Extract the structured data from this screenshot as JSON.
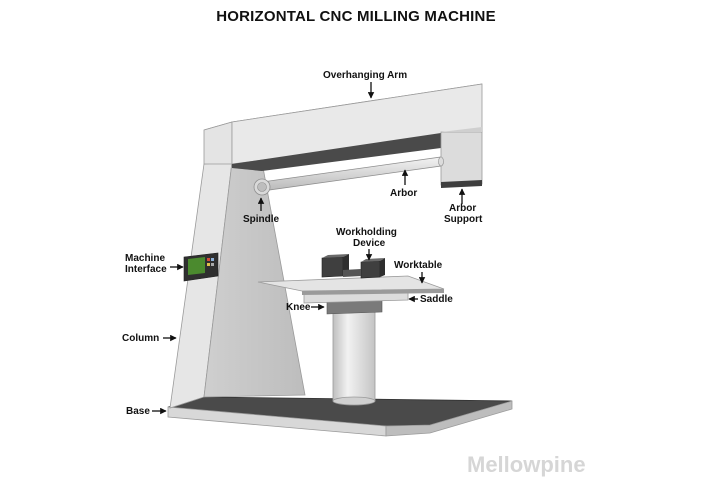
{
  "title": "HORIZONTAL CNC MILLING MACHINE",
  "labels": {
    "overhanging_arm": "Overhanging Arm",
    "arbor": "Arbor",
    "arbor_support_1": "Arbor",
    "arbor_support_2": "Support",
    "spindle": "Spindle",
    "workholding_1": "Workholding",
    "workholding_2": "Device",
    "worktable": "Worktable",
    "machine_interface_1": "Machine",
    "machine_interface_2": "Interface",
    "saddle": "Saddle",
    "knee": "Knee",
    "column": "Column",
    "base": "Base"
  },
  "watermark": "Mellowpine"
}
